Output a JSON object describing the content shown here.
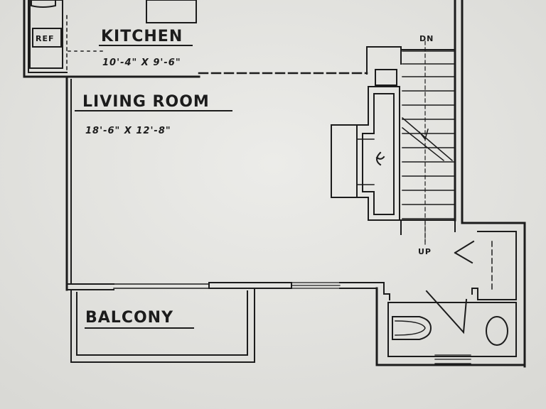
{
  "rooms": {
    "kitchen": {
      "name": "KITCHEN",
      "size": "10'-4\" X 9'-6\""
    },
    "living_room": {
      "name": "LIVING ROOM",
      "size": "18'-6\" X 12'-8\""
    },
    "balcony": {
      "name": "BALCONY"
    }
  },
  "labels": {
    "refrigerator": "REF",
    "stair_down": "DN",
    "stair_up": "UP"
  },
  "colors": {
    "paper": "#e6e6e3",
    "ink": "#1c1c1c"
  }
}
